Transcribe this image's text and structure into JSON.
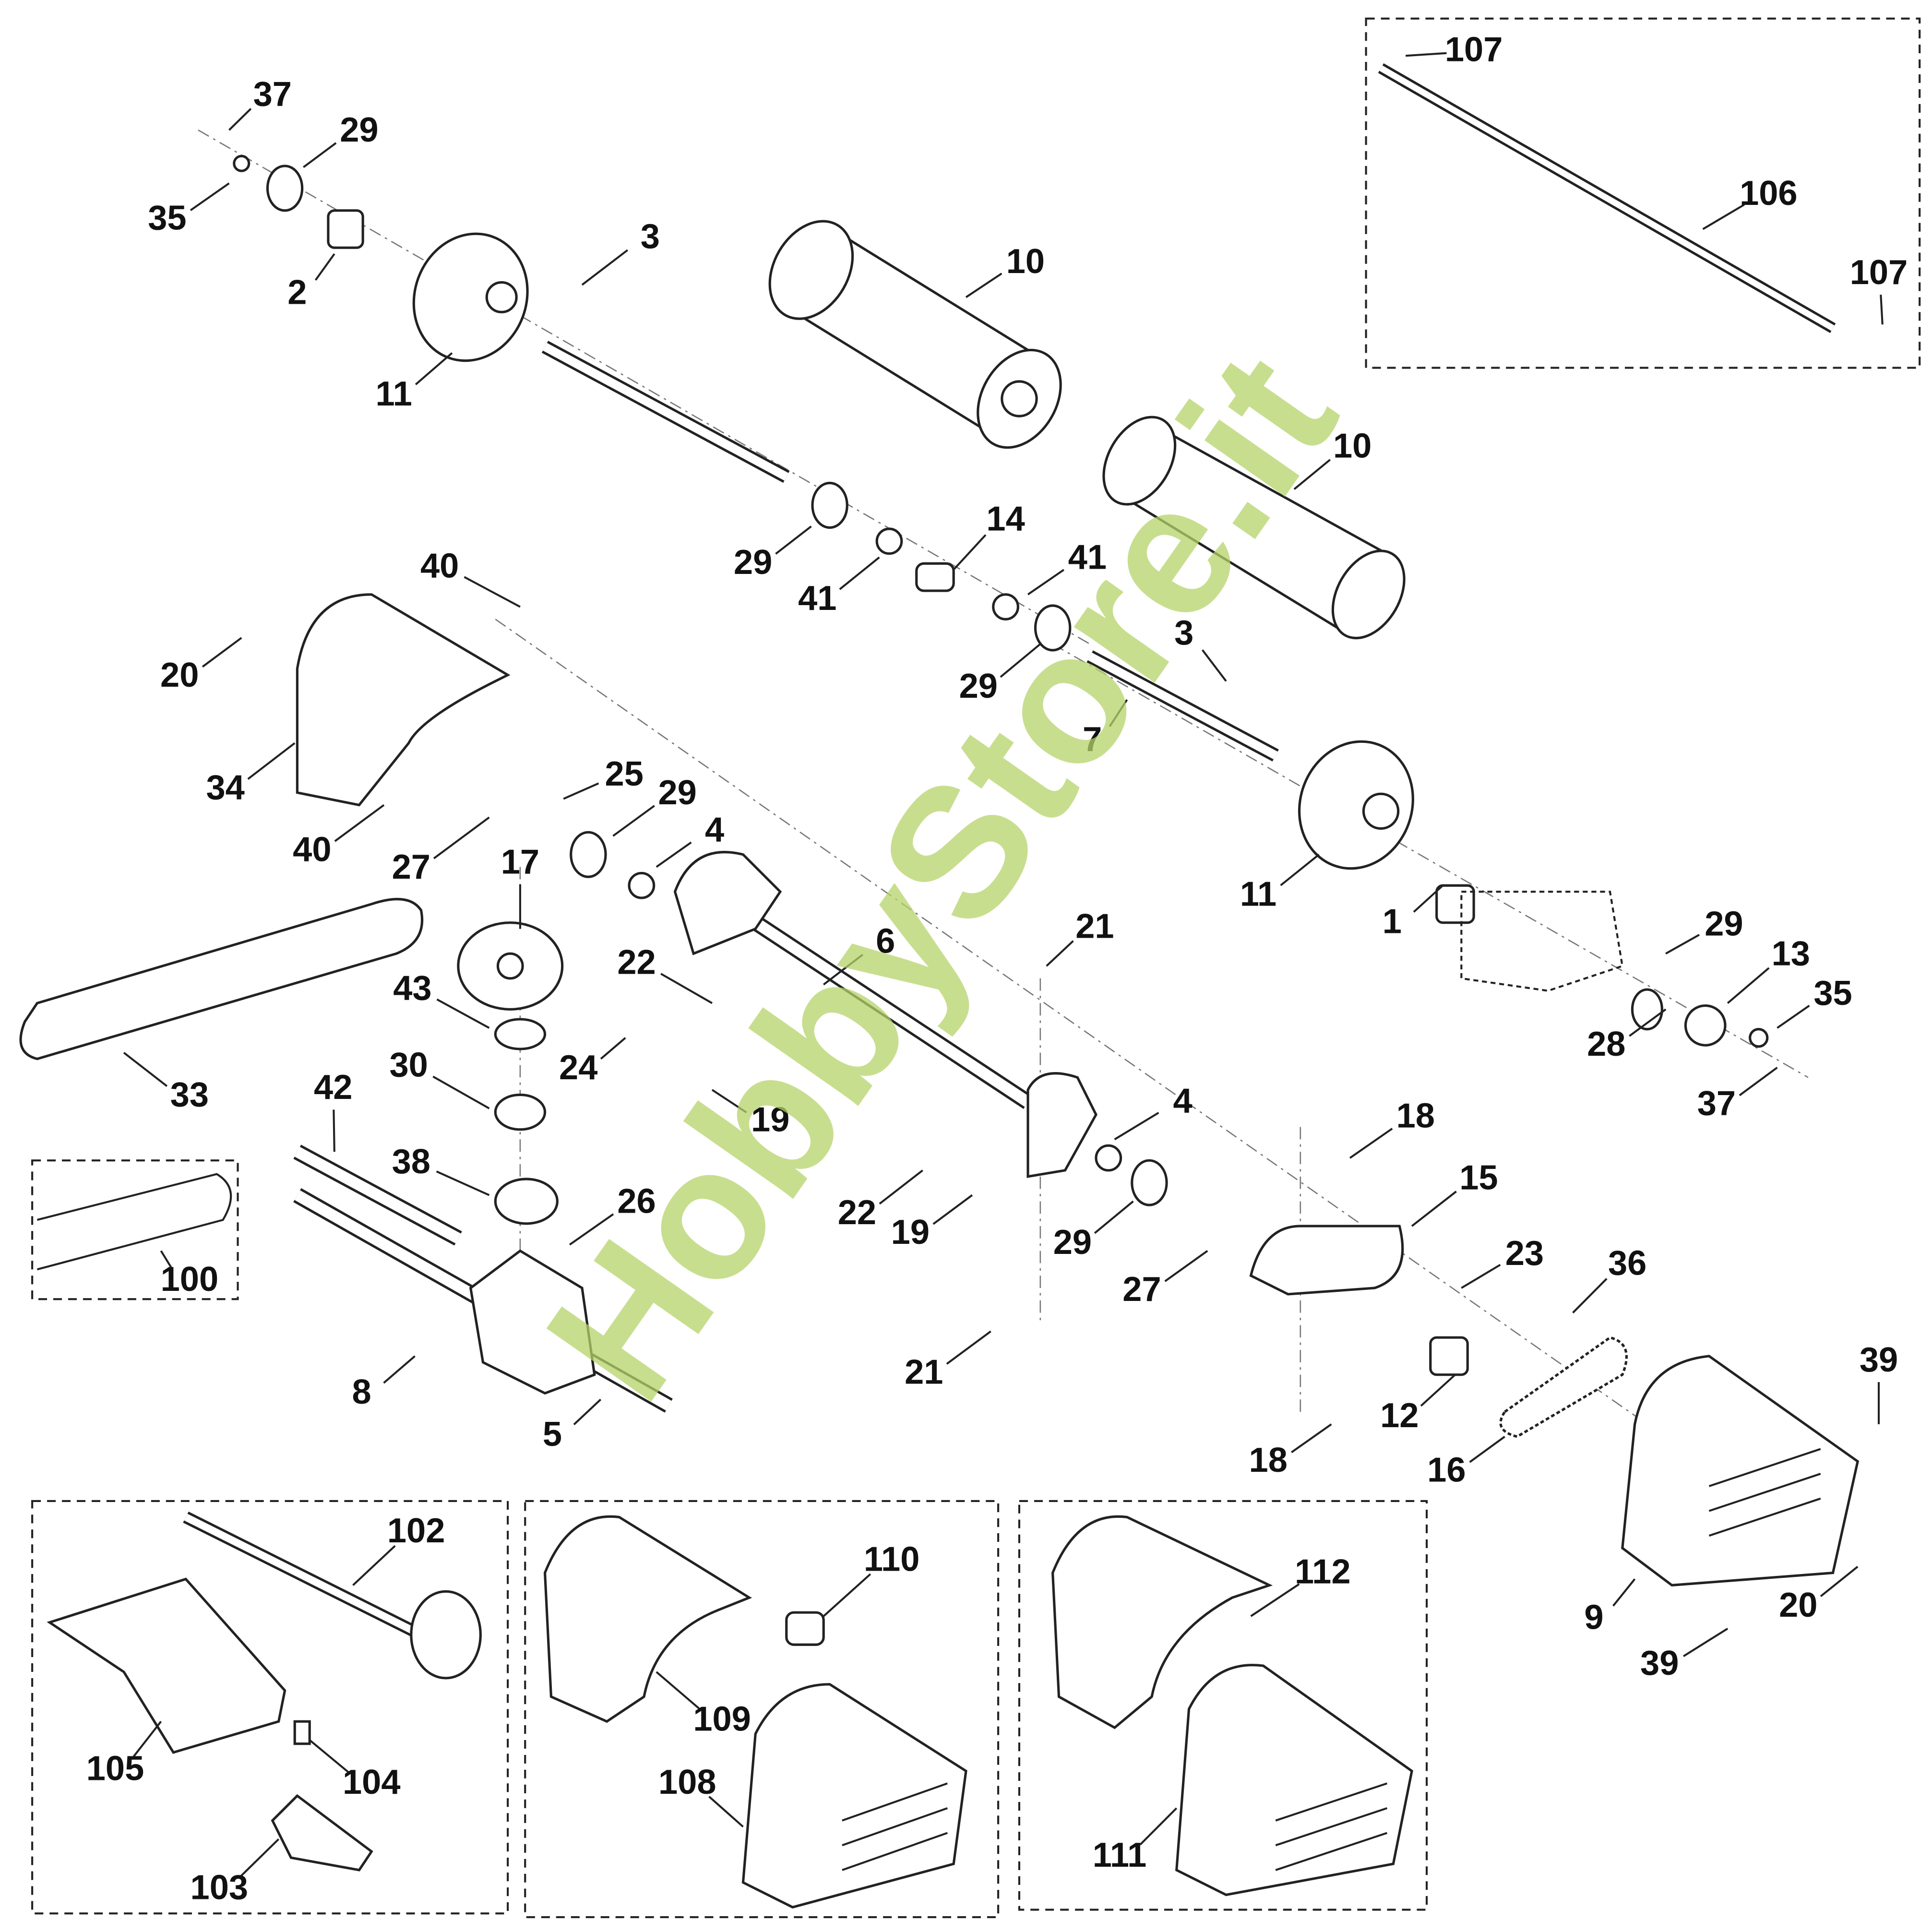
{
  "diagram": {
    "title": "Exploded parts diagram - roller drive assembly",
    "watermark": "HobbyStore.it",
    "callouts": [
      "37",
      "29",
      "35",
      "2",
      "3",
      "11",
      "10",
      "107",
      "106",
      "107",
      "10",
      "14",
      "41",
      "29",
      "41",
      "40",
      "20",
      "3",
      "29",
      "7",
      "34",
      "40",
      "25",
      "29",
      "4",
      "27",
      "17",
      "11",
      "1",
      "29",
      "13",
      "35",
      "21",
      "6",
      "22",
      "43",
      "24",
      "28",
      "37",
      "33",
      "30",
      "19",
      "42",
      "4",
      "18",
      "38",
      "26",
      "22",
      "19",
      "15",
      "29",
      "27",
      "23",
      "36",
      "100",
      "8",
      "5",
      "21",
      "12",
      "39",
      "18",
      "16",
      "9",
      "20",
      "39",
      "102",
      "110",
      "112",
      "105",
      "104",
      "109",
      "108",
      "111",
      "103"
    ]
  }
}
